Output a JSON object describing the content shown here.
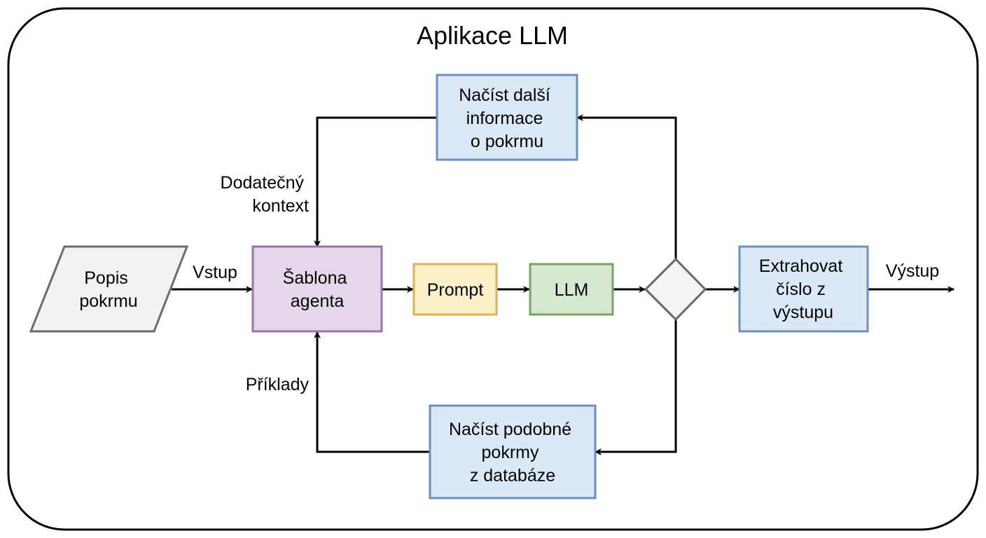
{
  "title": "Aplikace LLM",
  "nodes": {
    "input": {
      "lines": [
        "Popis",
        "pokrmu"
      ]
    },
    "template": {
      "lines": [
        "Šablona",
        "agenta"
      ]
    },
    "prompt": {
      "lines": [
        "Prompt"
      ]
    },
    "llm": {
      "lines": [
        "LLM"
      ]
    },
    "fetch_info": {
      "lines": [
        "Načíst další",
        "informace",
        "o pokrmu"
      ]
    },
    "fetch_similar": {
      "lines": [
        "Načíst podobné",
        "pokrmy",
        "z databáze"
      ]
    },
    "extract": {
      "lines": [
        "Extrahovat",
        "číslo z",
        "výstupu"
      ]
    }
  },
  "edge_labels": {
    "input": "Vstup",
    "output": "Výstup",
    "context": [
      "Dodatečný",
      "kontext"
    ],
    "examples": "Příklady"
  },
  "colors": {
    "input_fill": "#f2f2f2",
    "input_stroke": "#6b6b6b",
    "template_fill": "#e6d6ea",
    "template_stroke": "#9b74a9",
    "prompt_fill": "#fbf0c8",
    "prompt_stroke": "#d9b25a",
    "llm_fill": "#d6e8cf",
    "llm_stroke": "#7ba264",
    "fetch_fill": "#dbe8f6",
    "fetch_stroke": "#6c8ebf",
    "decision_fill": "#f5f5f5",
    "decision_stroke": "#666666"
  }
}
